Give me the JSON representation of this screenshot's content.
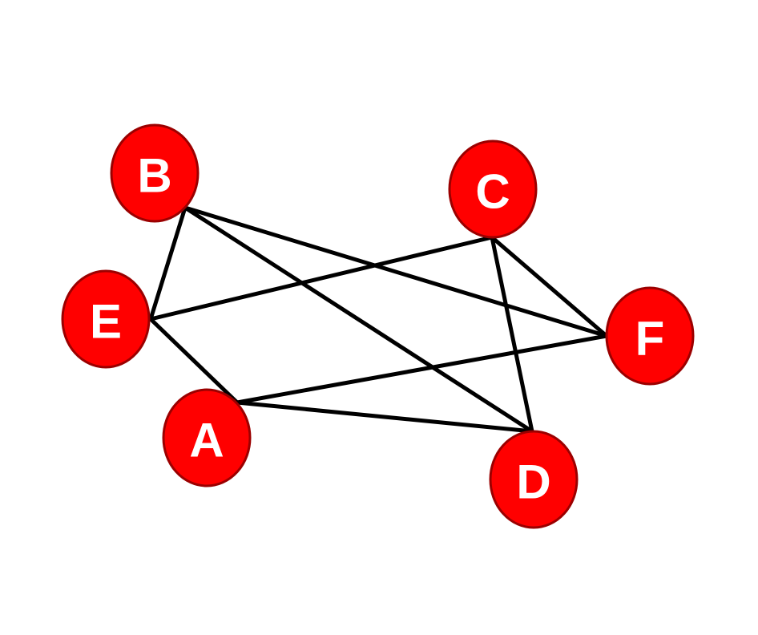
{
  "diagram": {
    "type": "undirected-graph",
    "colors": {
      "node_fill": "#ff0000",
      "node_stroke": "#9b0000",
      "label": "#ffffff",
      "edge": "#000000"
    },
    "nodes": [
      {
        "id": "A",
        "label": "A"
      },
      {
        "id": "B",
        "label": "B"
      },
      {
        "id": "C",
        "label": "C"
      },
      {
        "id": "D",
        "label": "D"
      },
      {
        "id": "E",
        "label": "E"
      },
      {
        "id": "F",
        "label": "F"
      }
    ],
    "edges": [
      {
        "from": "B",
        "to": "E"
      },
      {
        "from": "B",
        "to": "F"
      },
      {
        "from": "B",
        "to": "D"
      },
      {
        "from": "E",
        "to": "C"
      },
      {
        "from": "E",
        "to": "A"
      },
      {
        "from": "C",
        "to": "F"
      },
      {
        "from": "C",
        "to": "D"
      },
      {
        "from": "A",
        "to": "F"
      },
      {
        "from": "A",
        "to": "D"
      }
    ]
  }
}
